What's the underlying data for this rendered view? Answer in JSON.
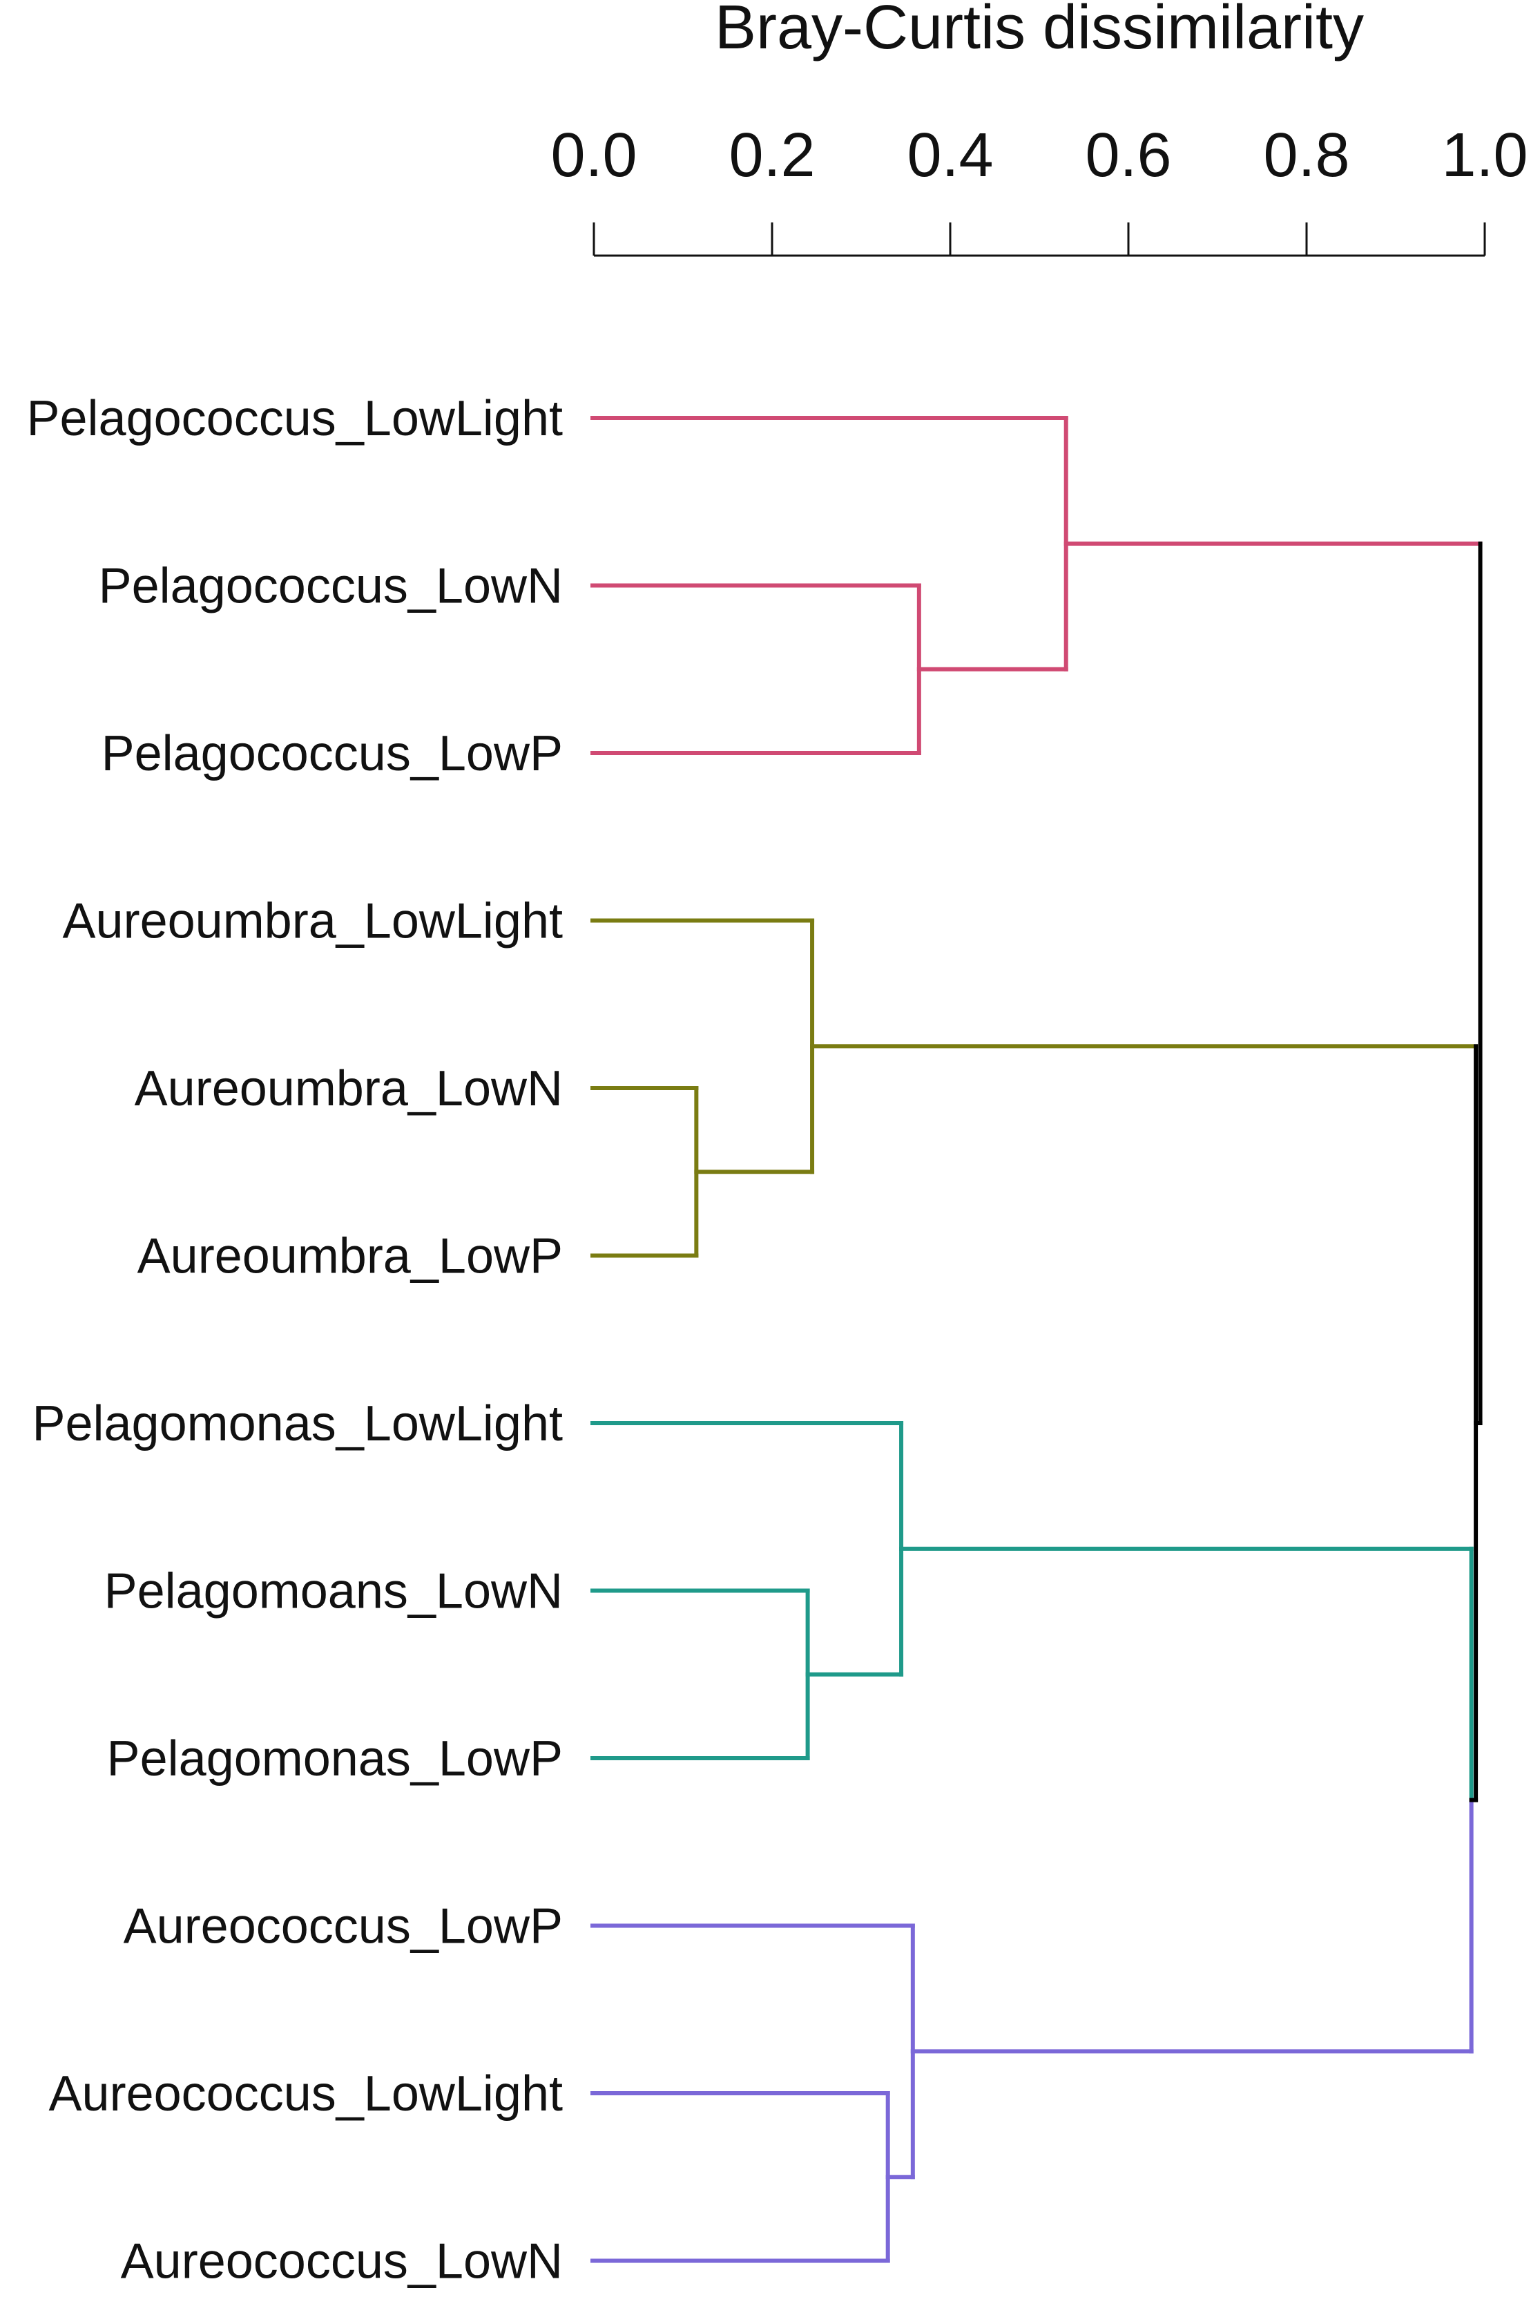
{
  "chart_data": {
    "type": "dendrogram",
    "title": "",
    "xlabel": "Bray-Curtis dissimilarity",
    "xlim": [
      0.0,
      1.0
    ],
    "xticks": [
      "0.0",
      "0.2",
      "0.4",
      "0.6",
      "0.8",
      "1.0"
    ],
    "leaves": [
      "Pelagococcus_LowLight",
      "Pelagococcus_LowN",
      "Pelagococcus_LowP",
      "Aureoumbra_LowLight",
      "Aureoumbra_LowN",
      "Aureoumbra_LowP",
      "Pelagomonas_LowLight",
      "Pelagomoans_LowN",
      "Pelagomonas_LowP",
      "Aureococcus_LowP",
      "Aureococcus_LowLight",
      "Aureococcus_LowN"
    ],
    "clusters": [
      {
        "color": "#d04a73",
        "leaves": [
          0,
          1,
          2
        ]
      },
      {
        "color": "#7a7c12",
        "leaves": [
          3,
          4,
          5
        ]
      },
      {
        "color": "#1f9a8a",
        "leaves": [
          6,
          7,
          8
        ]
      },
      {
        "color": "#7b68d8",
        "leaves": [
          9,
          10,
          11
        ]
      }
    ],
    "root_color": "#000000",
    "merges": [
      {
        "id": "p1",
        "left": 1,
        "right": 2,
        "height": 0.365,
        "color": "#d04a73"
      },
      {
        "id": "p2",
        "left": 0,
        "right": "p1",
        "height": 0.53,
        "color": "#d04a73"
      },
      {
        "id": "a1",
        "left": 4,
        "right": 5,
        "height": 0.115,
        "color": "#7a7c12"
      },
      {
        "id": "a2",
        "left": 3,
        "right": "a1",
        "height": 0.245,
        "color": "#7a7c12"
      },
      {
        "id": "g1",
        "left": 7,
        "right": 8,
        "height": 0.24,
        "color": "#1f9a8a"
      },
      {
        "id": "g2",
        "left": 6,
        "right": "g1",
        "height": 0.345,
        "color": "#1f9a8a"
      },
      {
        "id": "c1",
        "left": 10,
        "right": 11,
        "height": 0.33,
        "color": "#7b68d8"
      },
      {
        "id": "c2",
        "left": 9,
        "right": "c1",
        "height": 0.358,
        "color": "#7b68d8"
      },
      {
        "id": "m1",
        "left": "g2",
        "right": "c2",
        "height": 0.985,
        "color": "#000000"
      },
      {
        "id": "m2",
        "left": "a2",
        "right": "m1",
        "height": 0.99,
        "color": "#000000"
      },
      {
        "id": "root",
        "left": "p2",
        "right": "m2",
        "height": 0.995,
        "color": "#000000"
      }
    ]
  }
}
